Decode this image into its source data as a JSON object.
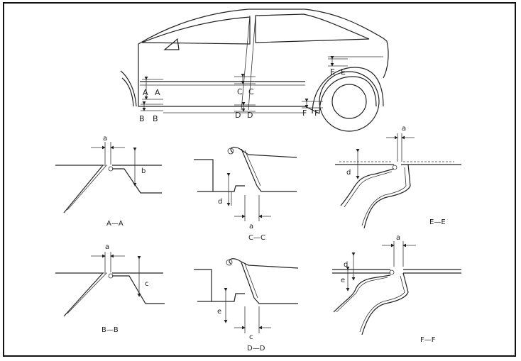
{
  "car_labels": {
    "A1": "A",
    "A2": "A",
    "B1": "B",
    "B2": "B",
    "C1": "C",
    "C2": "C",
    "D1": "D",
    "D2": "D",
    "E1": "E",
    "E2": "E",
    "F1": "F",
    "F2": "F"
  },
  "sections": {
    "aa": {
      "caption": "A—A",
      "dim_gap": "a",
      "dim_height": "b"
    },
    "bb": {
      "caption": "B—B",
      "dim_gap": "a",
      "dim_height": "c"
    },
    "cc": {
      "caption": "C—C",
      "dim_gap": "a",
      "dim_height": "d"
    },
    "dd": {
      "caption": "D—D",
      "dim_gap": "c",
      "dim_height": "e"
    },
    "ee": {
      "caption": "E—E",
      "dim_gap": "a",
      "dim_height": "d"
    },
    "ff": {
      "caption": "F—F",
      "dim_gap": "a",
      "dim_height1": "d",
      "dim_height2": "e"
    }
  }
}
